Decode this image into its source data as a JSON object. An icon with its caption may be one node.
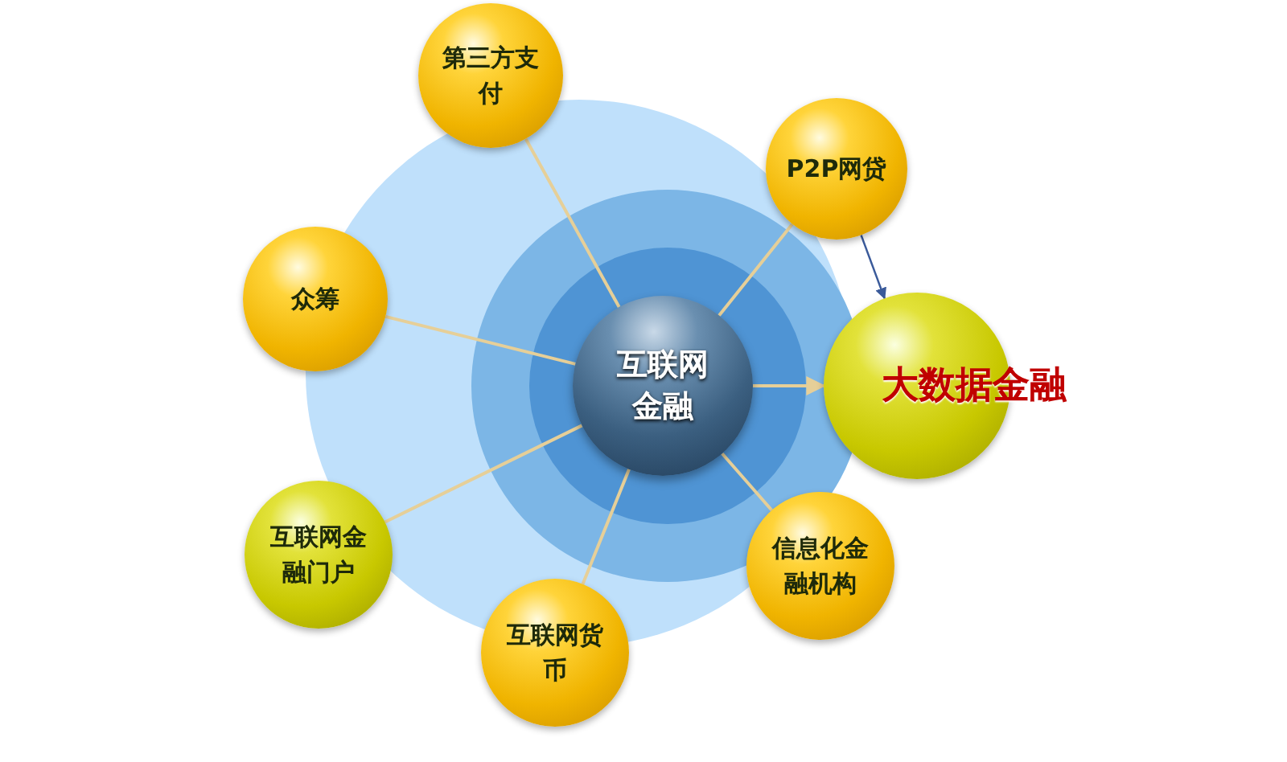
{
  "diagram": {
    "nodes": [
      {
        "text": [
          "第三方支付"
        ]
      },
      {
        "text": [
          "P2P网贷"
        ]
      },
      {
        "text": [
          "众筹"
        ]
      },
      {
        "text": [
          "互联网金融"
        ]
      },
      {
        "text": [
          "大数据金融"
        ]
      },
      {
        "text": [
          "互联网金融门户"
        ]
      },
      {
        "text": [
          "信息化金融机构"
        ]
      },
      {
        "text": [
          "互联网货币"
        ]
      }
    ],
    "edges": [
      {
        "from": 3,
        "to": 0,
        "arrow": "none"
      },
      {
        "from": 3,
        "to": 1,
        "arrow": "none"
      },
      {
        "from": 3,
        "to": 2,
        "arrow": "none"
      },
      {
        "from": 3,
        "to": 4,
        "arrow": "to"
      },
      {
        "from": 3,
        "to": 5,
        "arrow": "none"
      },
      {
        "from": 3,
        "to": 6,
        "arrow": "none"
      },
      {
        "from": 3,
        "to": 7,
        "arrow": "none"
      },
      {
        "from": 1,
        "to": 4,
        "arrow": "to",
        "color": "#3a5a9a"
      }
    ]
  }
}
